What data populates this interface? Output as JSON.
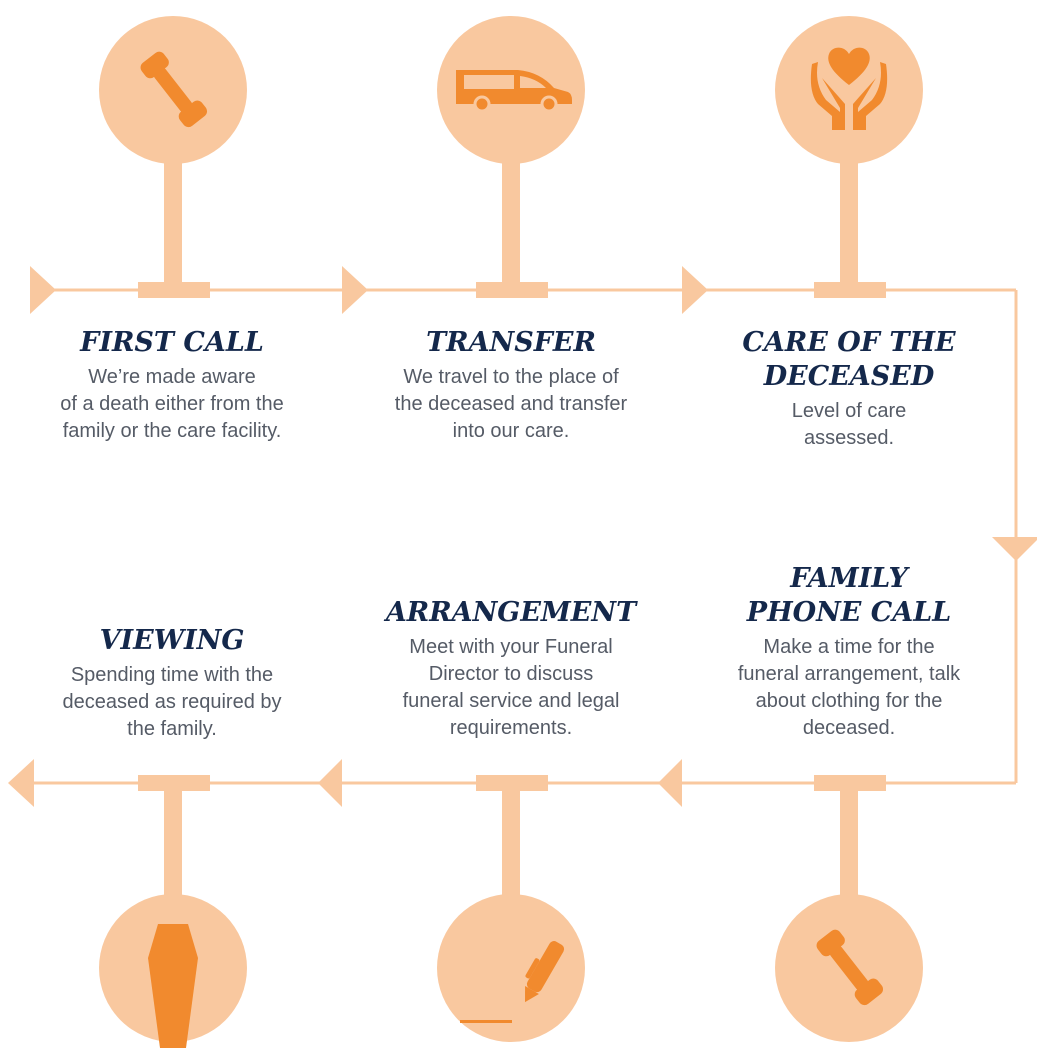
{
  "colors": {
    "circle": "#f9c89f",
    "connector": "#f9c89f",
    "icon": "#f18a2e",
    "heading": "#14284b",
    "body_text": "#555b66"
  },
  "steps": [
    {
      "title": "FIRST CALL",
      "description": "We’re made aware\nof a death either from the\nfamily or the care facility.",
      "icon": "phone-icon"
    },
    {
      "title": "TRANSFER",
      "description": "We travel to the place of\nthe deceased and transfer\ninto our care.",
      "icon": "hearse-icon"
    },
    {
      "title": "CARE OF THE\nDECEASED",
      "description": "Level of care\nassessed.",
      "icon": "heart-hands-icon"
    },
    {
      "title": "FAMILY\nPHONE CALL",
      "description": "Make a time for the\nfuneral arrangement, talk\nabout clothing for the\ndeceased.",
      "icon": "phone-icon"
    },
    {
      "title": "ARRANGEMENT",
      "description": "Meet with your Funeral\nDirector to discuss\nfuneral service and legal\nrequirements.",
      "icon": "pen-icon"
    },
    {
      "title": "VIEWING",
      "description": "Spending time with the\ndeceased as required by\nthe family.",
      "icon": "coffin-icon"
    }
  ]
}
